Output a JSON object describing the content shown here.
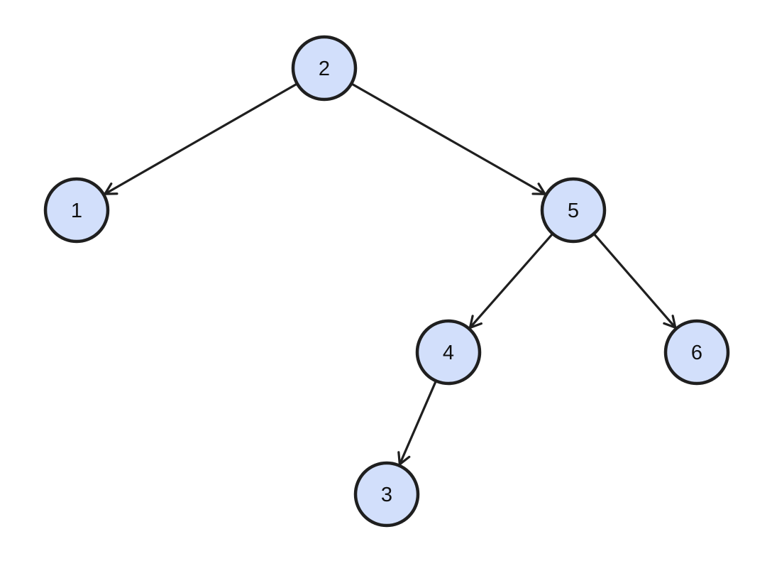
{
  "tree": {
    "nodes": [
      {
        "id": "n2",
        "label": "2"
      },
      {
        "id": "n1",
        "label": "1"
      },
      {
        "id": "n5",
        "label": "5"
      },
      {
        "id": "n4",
        "label": "4"
      },
      {
        "id": "n6",
        "label": "6"
      },
      {
        "id": "n3",
        "label": "3"
      }
    ],
    "edges": [
      {
        "from": "n2",
        "to": "n1"
      },
      {
        "from": "n2",
        "to": "n5"
      },
      {
        "from": "n5",
        "to": "n4"
      },
      {
        "from": "n5",
        "to": "n6"
      },
      {
        "from": "n4",
        "to": "n3"
      }
    ]
  },
  "colors": {
    "node_fill": "#d2dffb",
    "stroke": "#1f1f1f",
    "background": "#ffffff"
  }
}
